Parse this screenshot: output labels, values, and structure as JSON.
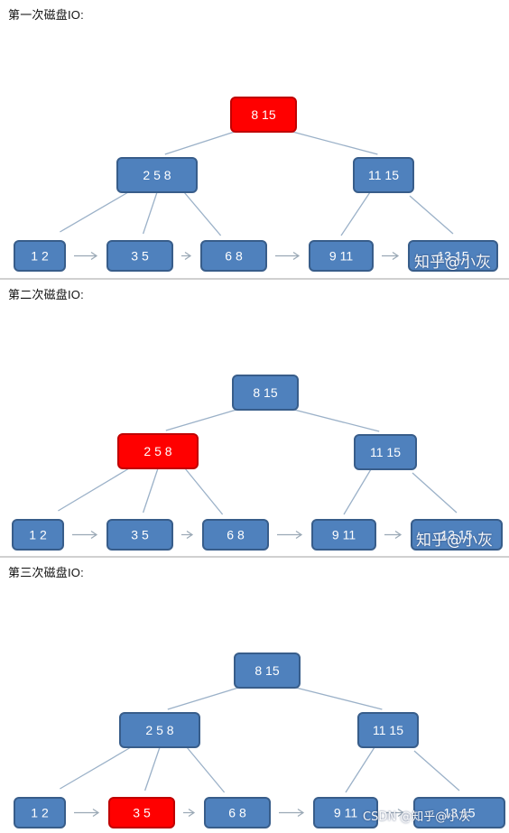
{
  "panels": [
    {
      "caption": "第一次磁盘IO:",
      "root": {
        "keys": "8   15",
        "highlight": true
      },
      "internal": [
        {
          "keys": "2  5  8",
          "highlight": false
        },
        {
          "keys": "11  15",
          "highlight": false
        }
      ],
      "leaves": [
        {
          "keys": "1  2",
          "highlight": false
        },
        {
          "keys": "3  5",
          "highlight": false
        },
        {
          "keys": "6   8",
          "highlight": false
        },
        {
          "keys": "9   11",
          "highlight": false
        },
        {
          "keys": "13  15",
          "highlight": false
        }
      ],
      "watermark": "知乎@小灰"
    },
    {
      "caption": "第二次磁盘IO:",
      "root": {
        "keys": "8   15",
        "highlight": false
      },
      "internal": [
        {
          "keys": "2  5  8",
          "highlight": true
        },
        {
          "keys": "11  15",
          "highlight": false
        }
      ],
      "leaves": [
        {
          "keys": "1  2",
          "highlight": false
        },
        {
          "keys": "3  5",
          "highlight": false
        },
        {
          "keys": "6   8",
          "highlight": false
        },
        {
          "keys": "9   11",
          "highlight": false
        },
        {
          "keys": "13  15",
          "highlight": false
        }
      ],
      "watermark": "知乎@小灰"
    },
    {
      "caption": "第三次磁盘IO:",
      "root": {
        "keys": "8   15",
        "highlight": false
      },
      "internal": [
        {
          "keys": "2  5  8",
          "highlight": false
        },
        {
          "keys": "11  15",
          "highlight": false
        }
      ],
      "leaves": [
        {
          "keys": "1  2",
          "highlight": false
        },
        {
          "keys": "3  5",
          "highlight": true
        },
        {
          "keys": "6   8",
          "highlight": false
        },
        {
          "keys": "9   11",
          "highlight": false
        },
        {
          "keys": "13  15",
          "highlight": false
        }
      ],
      "watermark": "CSDN @知乎@小灰"
    }
  ],
  "colors": {
    "node_fill": "#4f81bd",
    "node_border": "#385d8a",
    "highlight_fill": "#ff0000",
    "highlight_border": "#c00000",
    "edge": "#9bb1c8",
    "arrow": "#9aa8b5",
    "key_text": "#ffffff"
  }
}
